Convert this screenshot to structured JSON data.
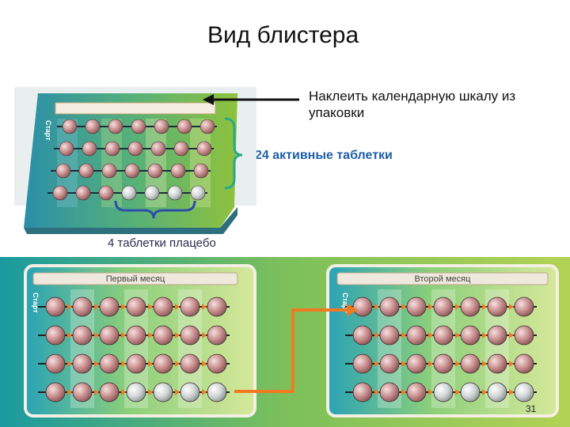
{
  "slide": {
    "title": "Вид блистера",
    "note": "Наклеить календарную шкалу из упаковки",
    "active_label": "24 активные таблетки",
    "placebo_label": "4 таблетки плацебо",
    "page_number": "31"
  },
  "packs": {
    "top": {
      "start_label": "Старт",
      "active_per_pack": 24,
      "placebo_per_pack": 4
    },
    "first_month": {
      "title": "Первый месяц",
      "start_label": "Старт"
    },
    "second_month": {
      "title": "Второй месяц",
      "start_label": "Старт"
    }
  },
  "colors": {
    "active_pill": "#c98f8f",
    "placebo_pill": "#cfd3d3",
    "pack_teal": "#1f8fa3",
    "pack_green": "#7fbf3f",
    "arrow_orange": "#f07a22",
    "brace_green": "#2aa88a",
    "brace_blue": "#2b4fa8"
  }
}
